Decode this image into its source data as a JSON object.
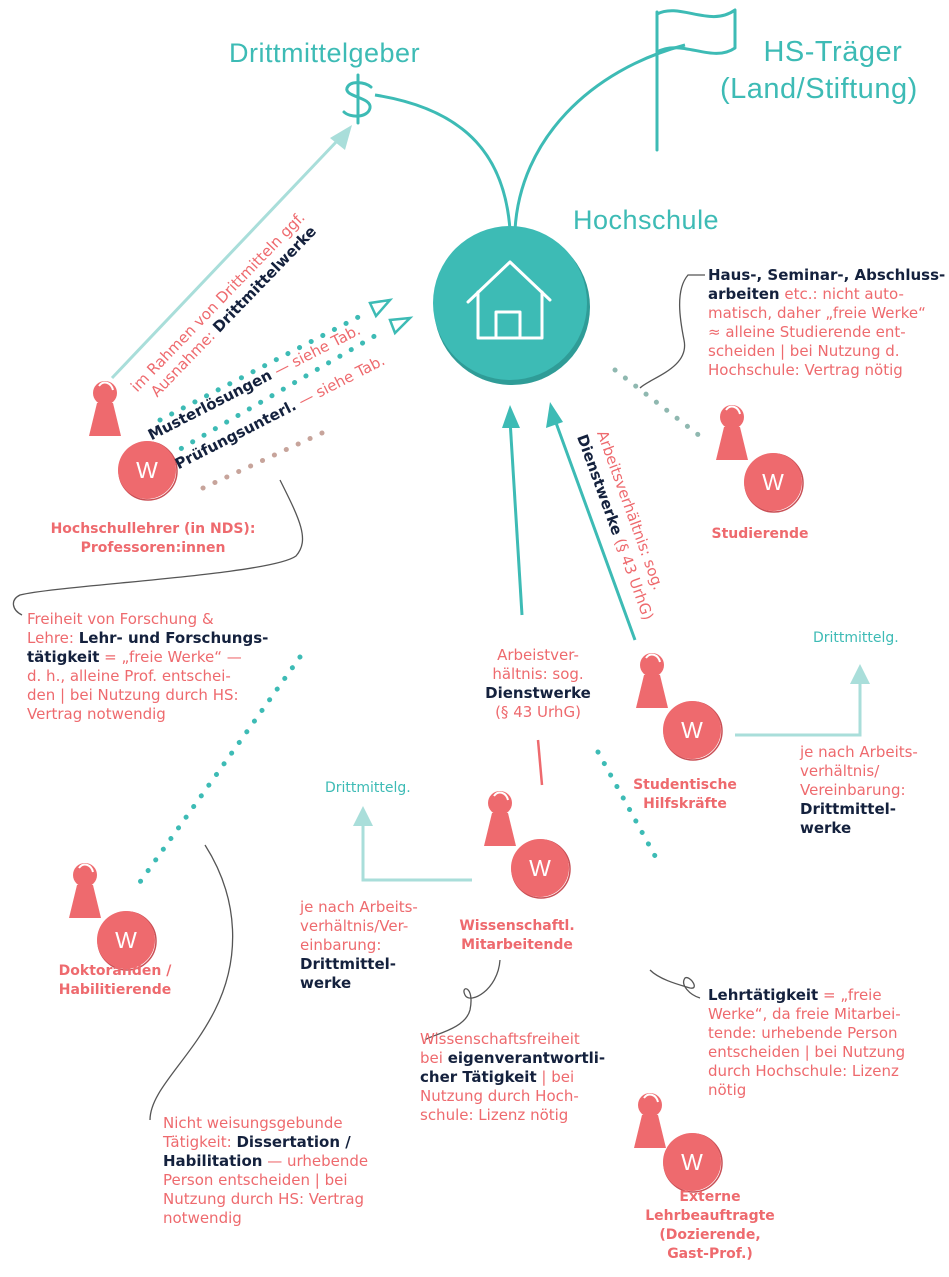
{
  "colors": {
    "teal": "#3dbbb5",
    "coral": "#ee6a6e",
    "navy": "#14213d",
    "pale_teal": "#a9deda"
  },
  "icons": [
    "dollar-icon",
    "flag-icon",
    "house-icon",
    "person-pawn-icon"
  ],
  "headings": {
    "drittmittelgeber": "Drittmittelgeber",
    "hs_traeger_1": "HS-Träger",
    "hs_traeger_2": "(Land/Stiftung)",
    "hochschule": "Hochschule"
  },
  "pawn_letter": "W",
  "arrows": {
    "drittmittel_1": "Ausnahme: ",
    "drittmittel_1b": "Drittmittelwerke",
    "drittmittel_2": "im Rahmen von Drittmitteln ggf.",
    "muster_1": "Musterlösungen",
    "muster_2": " — siehe Tab.",
    "pruef_1": "Prüfungsunterl.",
    "pruef_2": " — siehe Tab.",
    "dienst_1": "Arbeitsverhältnis: sog.",
    "dienst_2": "Dienstwerke",
    "dienst_3": " (§ 43 UrhG)"
  },
  "roles": {
    "prof_1": "Hochschullehrer (in NDS):",
    "prof_2": "Professoren:innen",
    "studierende": "Studierende",
    "shk_1": "Studentische",
    "shk_2": "Hilfskräfte",
    "wimi_1": "Wissenschaftl.",
    "wimi_2": "Mitarbeitende",
    "doktor_1": "Doktoranden /",
    "doktor_2": "Habilitierende",
    "extern_1": "Externe",
    "extern_2": "Lehrbeauftragte",
    "extern_3": "(Dozierende,",
    "extern_4": "Gast-Prof.)"
  },
  "notes": {
    "studierende": {
      "b1": "Haus-, Seminar-, Abschluss-",
      "b2": "arbeiten",
      "l2": " etc.: nicht auto-",
      "l3": "matisch, daher „freie Werke“",
      "l4": "≈ alleine Studierende ent-",
      "l5": "scheiden | bei Nutzung d.",
      "l6": "Hochschule: Vertrag nötig"
    },
    "prof": {
      "l1": "Freiheit von Forschung &",
      "l2": "Lehre: ",
      "b2": "Lehr- und Forschungs-",
      "b3": "tätigkeit",
      "l3": " = „freie Werke“ —",
      "l4": "d. h., alleine Prof. entschei-",
      "l5": "den | bei Nutzung durch HS:",
      "l6": "Vertrag notwendig"
    },
    "arbeitsvertrag": {
      "l1": "Arbeistver-",
      "l2": "hältnis: sog.",
      "b3": "Dienstwerke",
      "l4": "(§ 43 UrhG)"
    },
    "shk": {
      "dm": "Drittmittelg.",
      "l1": "je nach Arbeits-",
      "l2": "verhältnis/",
      "l3": "Vereinbarung:",
      "b4": "Drittmittel-",
      "b5": "werke"
    },
    "wimi_dm": {
      "dm": "Drittmittelg.",
      "l1": "je nach Arbeits-",
      "l2": "verhältnis/Ver-",
      "l3": "einbarung:",
      "b4": "Drittmittel-",
      "b5": "werke"
    },
    "wimi": {
      "l1": "Wissenschaftsfreiheit",
      "l2": "bei ",
      "b2": "eigenverantwortli-",
      "b3": "cher Tätigkeit",
      "l3": " | bei",
      "l4": "Nutzung durch Hoch-",
      "l5": "schule: Lizenz nötig"
    },
    "extern": {
      "b1": "Lehrtätigkeit",
      "l1": " = „freie",
      "l2": "Werke“, da freie Mitarbei-",
      "l3": "tende: urhebende Person",
      "l4": "entscheiden | bei Nutzung",
      "l5": "durch Hochschule: Lizenz",
      "l6": "nötig"
    },
    "doktor": {
      "l1": "Nicht weisungsgebunde",
      "l2": "Tätigkeit: ",
      "b2": "Dissertation /",
      "b3": "Habilitation",
      "l3": " — urhebende",
      "l4": "Person entscheiden | bei",
      "l5": "Nutzung durch HS: Vertrag",
      "l6": "notwendig"
    }
  }
}
